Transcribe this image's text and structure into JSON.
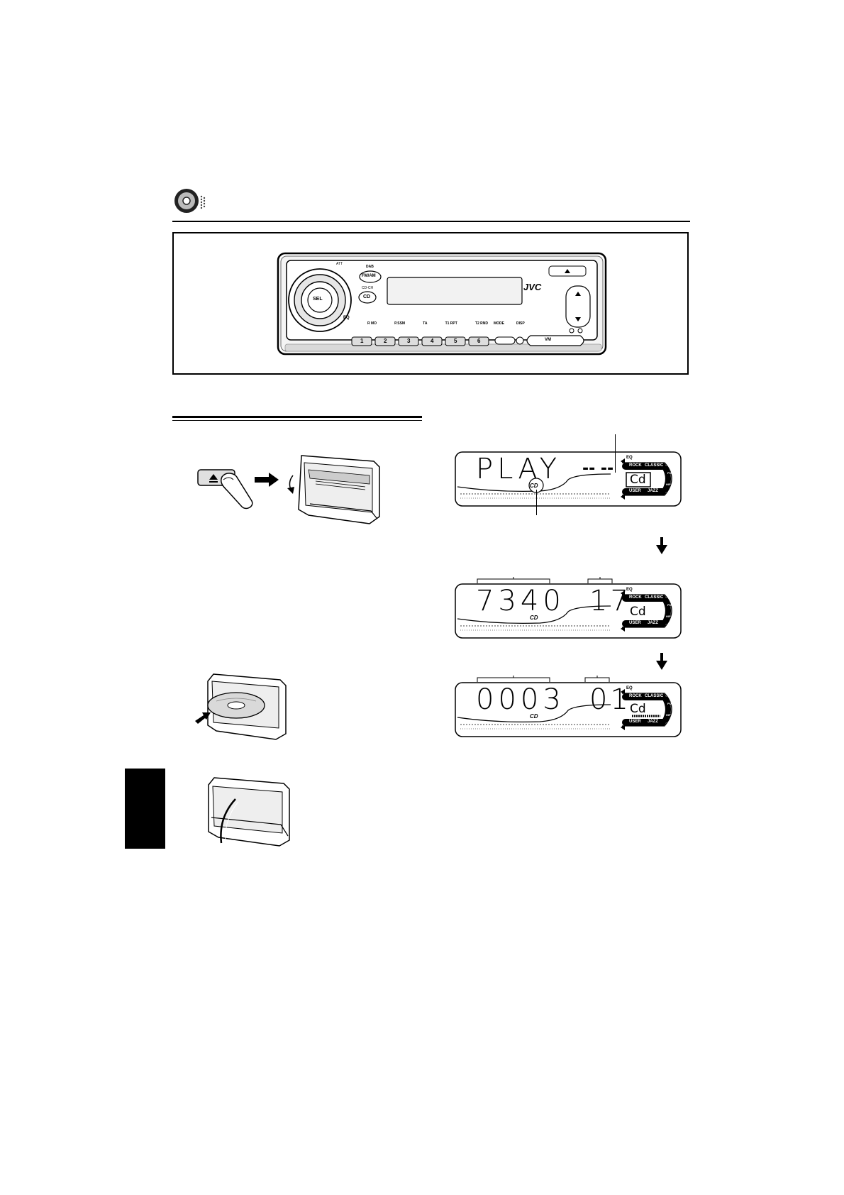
{
  "panel": {
    "brand": "JVC",
    "buttons": {
      "fm_am": "FM/AM",
      "cd": "CD",
      "sel": "SEL",
      "att": "ATT",
      "dab": "DAB",
      "cdch": "CD-CH",
      "mode": "MODE",
      "disp": "DISP",
      "eq": "EQ",
      "vm": "VM"
    },
    "presets": [
      "1",
      "2",
      "3",
      "4",
      "5",
      "6"
    ],
    "preset_functions": [
      "R MO",
      "P.SSM",
      "TA",
      "T1 RPT",
      "T2 RND"
    ]
  },
  "displays": [
    {
      "main": "PLAY",
      "right_main": "-- --",
      "source": "Cd",
      "disc_badge": "CD",
      "eq_labels": {
        "eq": "EQ",
        "rock": "ROCK",
        "classic": "CLASSIC",
        "pops": "POPS",
        "user": "USER",
        "jazz": "JAZZ",
        "hiphop": "HIP HOP"
      }
    },
    {
      "main": "7340",
      "right_main": "17",
      "source": "Cd",
      "disc_badge": "CD",
      "eq_labels": {
        "eq": "EQ",
        "rock": "ROCK",
        "classic": "CLASSIC",
        "pops": "POPS",
        "user": "USER",
        "jazz": "JAZZ",
        "hiphop": "HIP HOP"
      }
    },
    {
      "main": "0003",
      "right_main": "01",
      "source": "Cd",
      "disc_badge": "CD",
      "eq_labels": {
        "eq": "EQ",
        "rock": "ROCK",
        "classic": "CLASSIC",
        "pops": "POPS",
        "user": "USER",
        "jazz": "JAZZ",
        "hiphop": "HIP HOP"
      }
    }
  ]
}
